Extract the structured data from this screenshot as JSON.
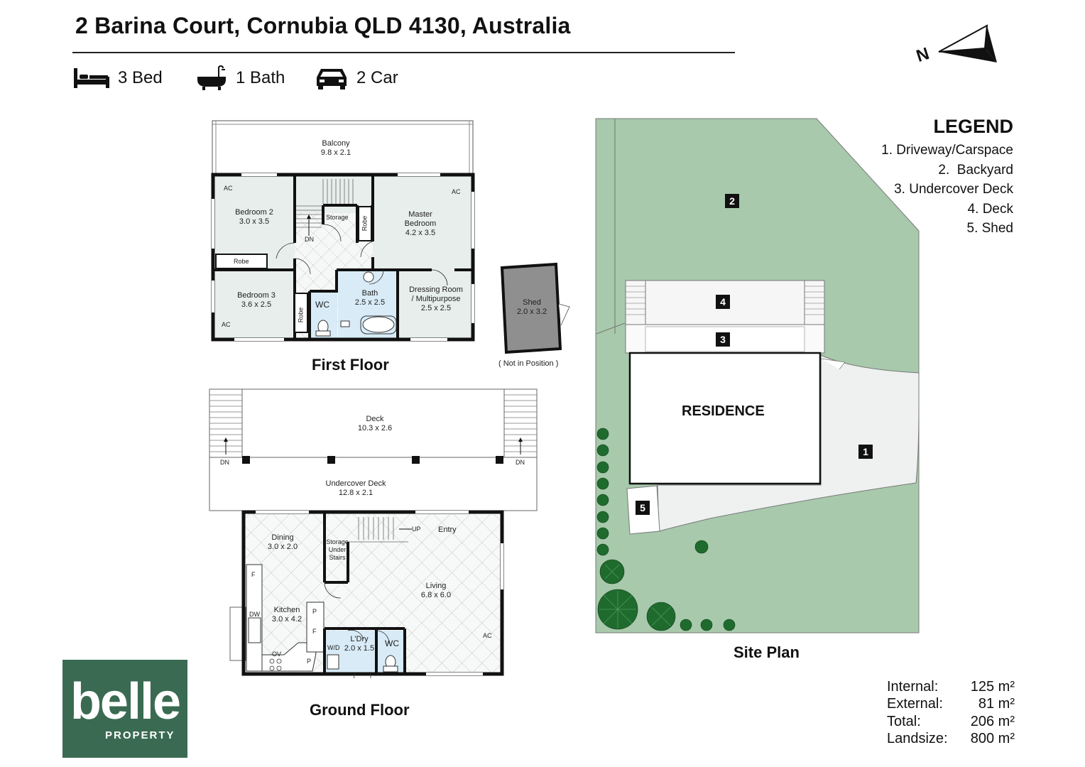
{
  "header": {
    "address": "2 Barina Court, Cornubia QLD 4130, Australia",
    "features": [
      {
        "icon": "bed-icon",
        "label": "3 Bed"
      },
      {
        "icon": "bathtub-icon",
        "label": "1 Bath"
      },
      {
        "icon": "car-icon",
        "label": "2 Car"
      }
    ]
  },
  "compass": {
    "label": "N"
  },
  "first_floor": {
    "title": "First Floor",
    "rooms": {
      "balcony": {
        "name": "Balcony",
        "size": "9.8 x 2.1"
      },
      "bedroom2": {
        "name": "Bedroom 2",
        "size": "3.0 x 3.5"
      },
      "master": {
        "name": "Master",
        "name2": "Bedroom",
        "size": "4.2 x 3.5"
      },
      "bedroom3": {
        "name": "Bedroom 3",
        "size": "3.6 x 2.5"
      },
      "bath": {
        "name": "Bath",
        "size": "2.5 x 2.5"
      },
      "dressing": {
        "name": "Dressing Room",
        "name2": "/ Multipurpose",
        "size": "2.5 x 2.5"
      },
      "storage": "Storage",
      "robe": "Robe",
      "wc": "WC",
      "dn": "DN",
      "ac": "AC"
    }
  },
  "shed": {
    "name": "Shed",
    "size": "2.0 x 3.2",
    "note": "( Not in Position )"
  },
  "ground_floor": {
    "title": "Ground Floor",
    "rooms": {
      "deck": {
        "name": "Deck",
        "size": "10.3 x 2.6"
      },
      "undercover": {
        "name": "Undercover Deck",
        "size": "12.8 x 2.1"
      },
      "dining": {
        "name": "Dining",
        "size": "3.0 x 2.0"
      },
      "storage": {
        "l1": "Storage",
        "l2": "Under",
        "l3": "Stairs"
      },
      "entry": "Entry",
      "up": "UP",
      "living": {
        "name": "Living",
        "size": "6.8 x 6.0"
      },
      "kitchen": {
        "name": "Kitchen",
        "size": "3.0 x 4.2"
      },
      "laundry": {
        "name": "L'Dry",
        "size": "2.0 x 1.5"
      },
      "wc": "WC",
      "dn": "DN",
      "ac": "AC",
      "f": "F",
      "dw": "DW",
      "p": "P",
      "ov": "OV",
      "wd": "W/D"
    }
  },
  "site_plan": {
    "title": "Site Plan",
    "residence": "RESIDENCE",
    "markers": [
      "1",
      "2",
      "3",
      "4",
      "5"
    ]
  },
  "legend": {
    "title": "LEGEND",
    "items": [
      "1. Driveway/Carspace",
      "2.  Backyard",
      "3. Undercover Deck",
      "4. Deck",
      "5. Shed"
    ]
  },
  "areas": [
    {
      "label": "Internal:",
      "value": "125 m²"
    },
    {
      "label": "External:",
      "value": "81 m²"
    },
    {
      "label": "Total:",
      "value": "206 m²"
    },
    {
      "label": "Landsize:",
      "value": "800 m²"
    }
  ],
  "logo": {
    "word": "belle",
    "sub": "PROPERTY"
  },
  "colors": {
    "lawn": "#a8c9ac",
    "wet_area": "#d8ebf7",
    "floor": "#e9efec",
    "shed": "#8f8f8f",
    "logo": "#3a6b52"
  }
}
